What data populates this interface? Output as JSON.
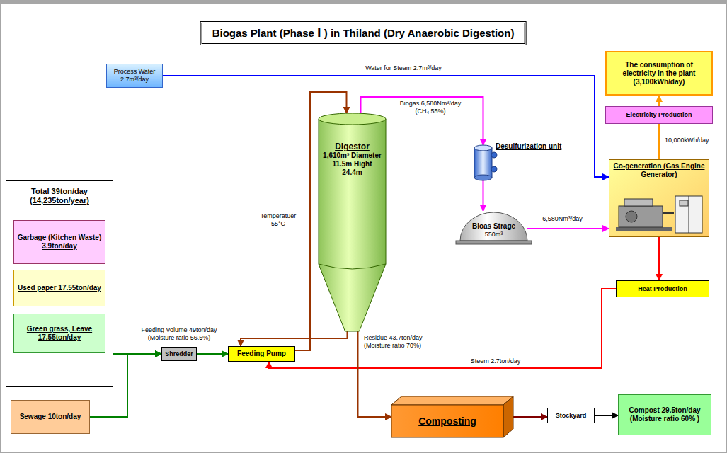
{
  "diagram": {
    "title": "Biogas Plant (Phase Ⅰ ) in Thiland (Dry Anaerobic Digestion)",
    "nodes": [
      {
        "text": [
          "Process Water 2.7m³/day"
        ]
      },
      {
        "text": [
          "Total 39ton/day (14,235ton/year)"
        ]
      },
      {
        "text": [
          "Garbage (Kitchen Waste) 3.9ton/day"
        ],
        "in": 1
      },
      {
        "text": [
          "Used paper 17.55ton/day"
        ],
        "in": 1
      },
      {
        "text": [
          "Green grass, Leave 17.55ton/day"
        ],
        "in": 1
      },
      {
        "text": [
          "Sewage 10ton/day"
        ]
      },
      {
        "text": [
          "Shredder"
        ]
      },
      {
        "text": [
          "Feeding Pump"
        ]
      },
      {
        "text": [
          "Digestor",
          "1,610m³ Diameter 11.5m Hight 24.4m"
        ]
      },
      {
        "text": [
          "Desulfurization unit"
        ]
      },
      {
        "text": [
          "Bioas Strage",
          "550m³"
        ]
      },
      {
        "text": [
          "The consumption of electricity in the plant (3,100kWh/day)"
        ]
      },
      {
        "text": [
          "Electricity Production"
        ]
      },
      {
        "text": [
          "Co-generation (Gas Engine Generator)"
        ]
      },
      {
        "text": [
          "Heat Production"
        ]
      },
      {
        "text": [
          "Composting"
        ]
      },
      {
        "text": [
          "Stockyard"
        ]
      },
      {
        "text": [
          "Compost 29.5ton/day (Moisture ratio 60% )"
        ]
      }
    ],
    "edges": [
      {
        "from": 0,
        "to": 13,
        "arrow": "to",
        "label": "Water for Steam 2.7m³/day"
      },
      {
        "from": 1,
        "to": 6,
        "arrow": "to",
        "label": "Feeding Volume 49ton/day (Moisture ratio 56.5%)"
      },
      {
        "from": 5,
        "to": 6,
        "arrow": "to"
      },
      {
        "from": 6,
        "to": 7,
        "arrow": "to"
      },
      {
        "from": 7,
        "to": 8,
        "arrow": "to",
        "label": "Temperatuer 55°C"
      },
      {
        "from": 8,
        "to": 7,
        "arrow": "to"
      },
      {
        "from": 8,
        "to": 9,
        "arrow": "to",
        "label": "Biogas 6,580Nm³/day (CH₄ 55%)"
      },
      {
        "from": 9,
        "to": 10,
        "arrow": "to"
      },
      {
        "from": 10,
        "to": 13,
        "arrow": "to",
        "label": "6,580Nm³/day"
      },
      {
        "from": 13,
        "to": 12,
        "arrow": "none",
        "label": "10,000kWh/day"
      },
      {
        "from": 12,
        "to": 11,
        "arrow": "to"
      },
      {
        "from": 13,
        "to": 14,
        "arrow": "to"
      },
      {
        "from": 14,
        "to": 7,
        "arrow": "to",
        "label": "Steem 2.7ton/day"
      },
      {
        "from": 8,
        "to": 15,
        "arrow": "to",
        "label": "Residue 43.7ton/day (Moisture ratio 70%)"
      },
      {
        "from": 15,
        "to": 16,
        "arrow": "to"
      },
      {
        "from": 16,
        "to": 17,
        "arrow": "to"
      }
    ]
  }
}
